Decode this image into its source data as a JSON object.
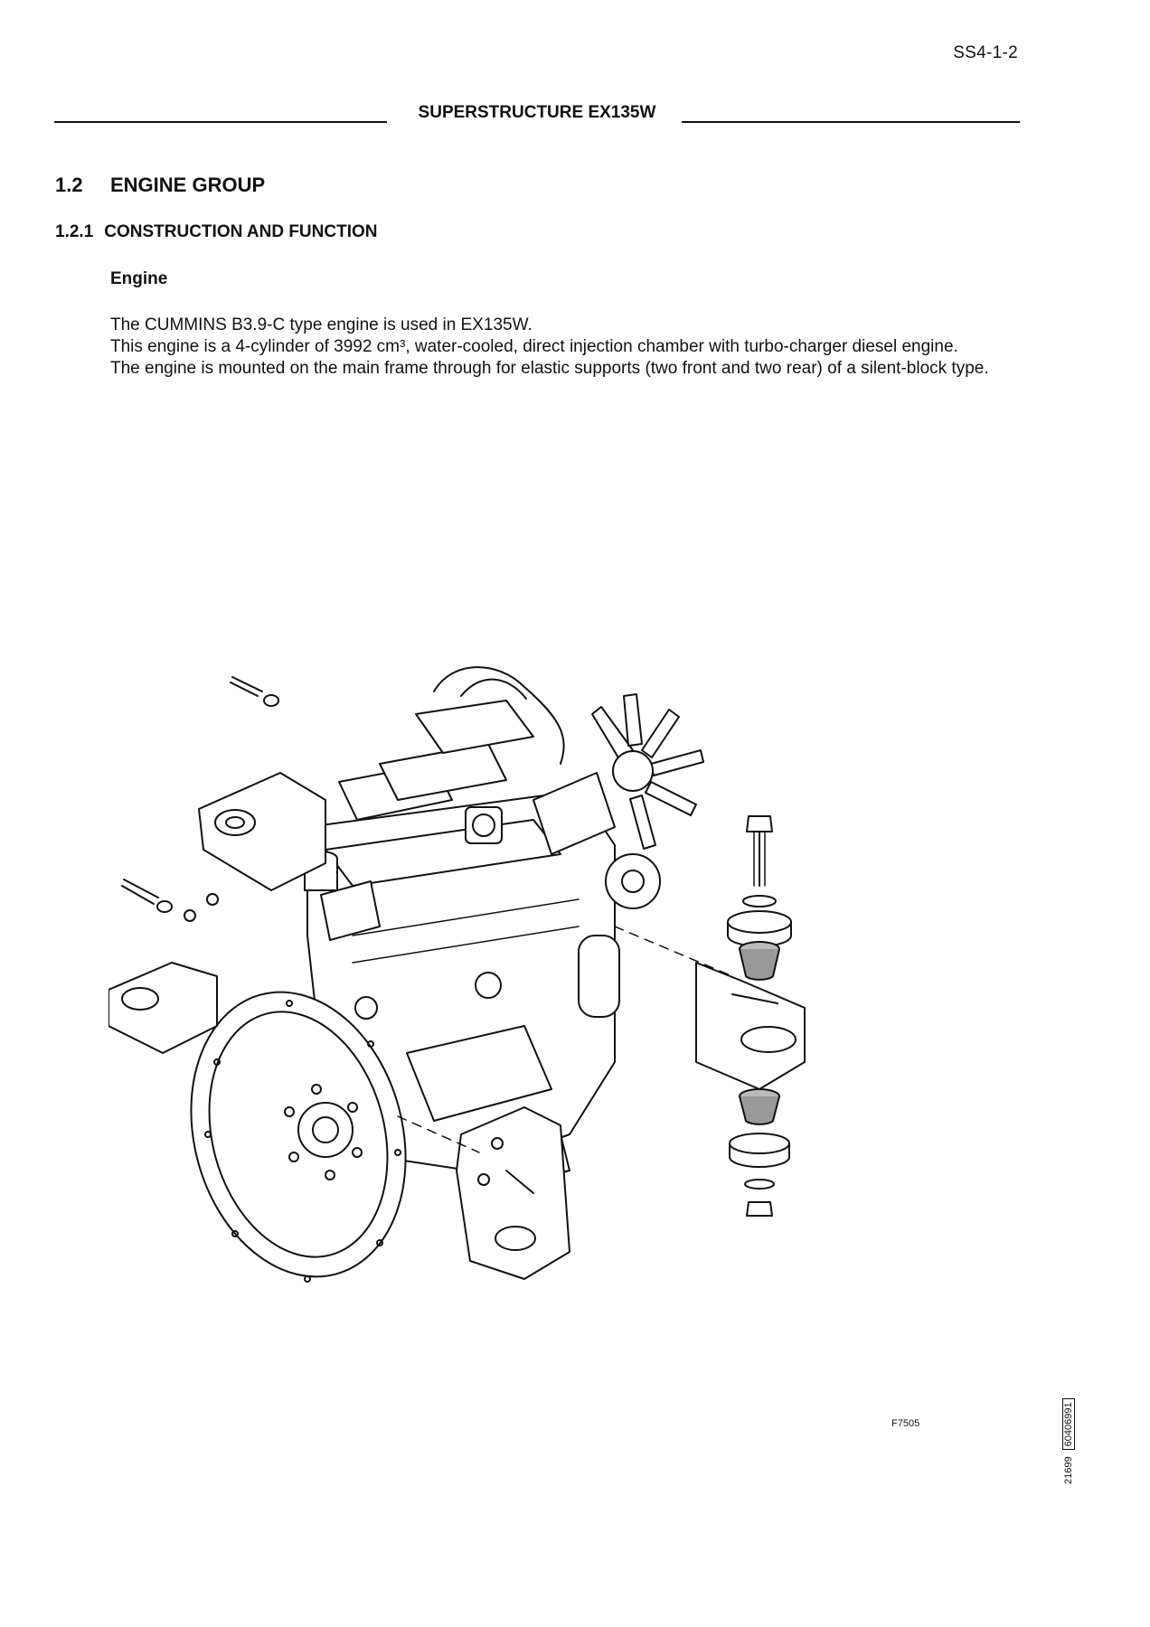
{
  "page_number": "SS4-1-2",
  "header_title": "SUPERSTRUCTURE EX135W",
  "section": {
    "number": "1.2",
    "title": "ENGINE GROUP"
  },
  "subsection": {
    "number": "1.2.1",
    "title": "CONSTRUCTION AND FUNCTION"
  },
  "subheading": "Engine",
  "body": {
    "p1": "The CUMMINS B3.9-C type engine is used in EX135W.",
    "p2": "This engine is a 4-cylinder of 3992 cm³, water-cooled, direct injection chamber with turbo-charger diesel engine.",
    "p3": "The engine is mounted on the main frame through for elastic supports (two front and two rear) of a silent-block type."
  },
  "figure": {
    "code": "F7505",
    "side_code_a": "21699",
    "side_code_b": "60406991"
  }
}
